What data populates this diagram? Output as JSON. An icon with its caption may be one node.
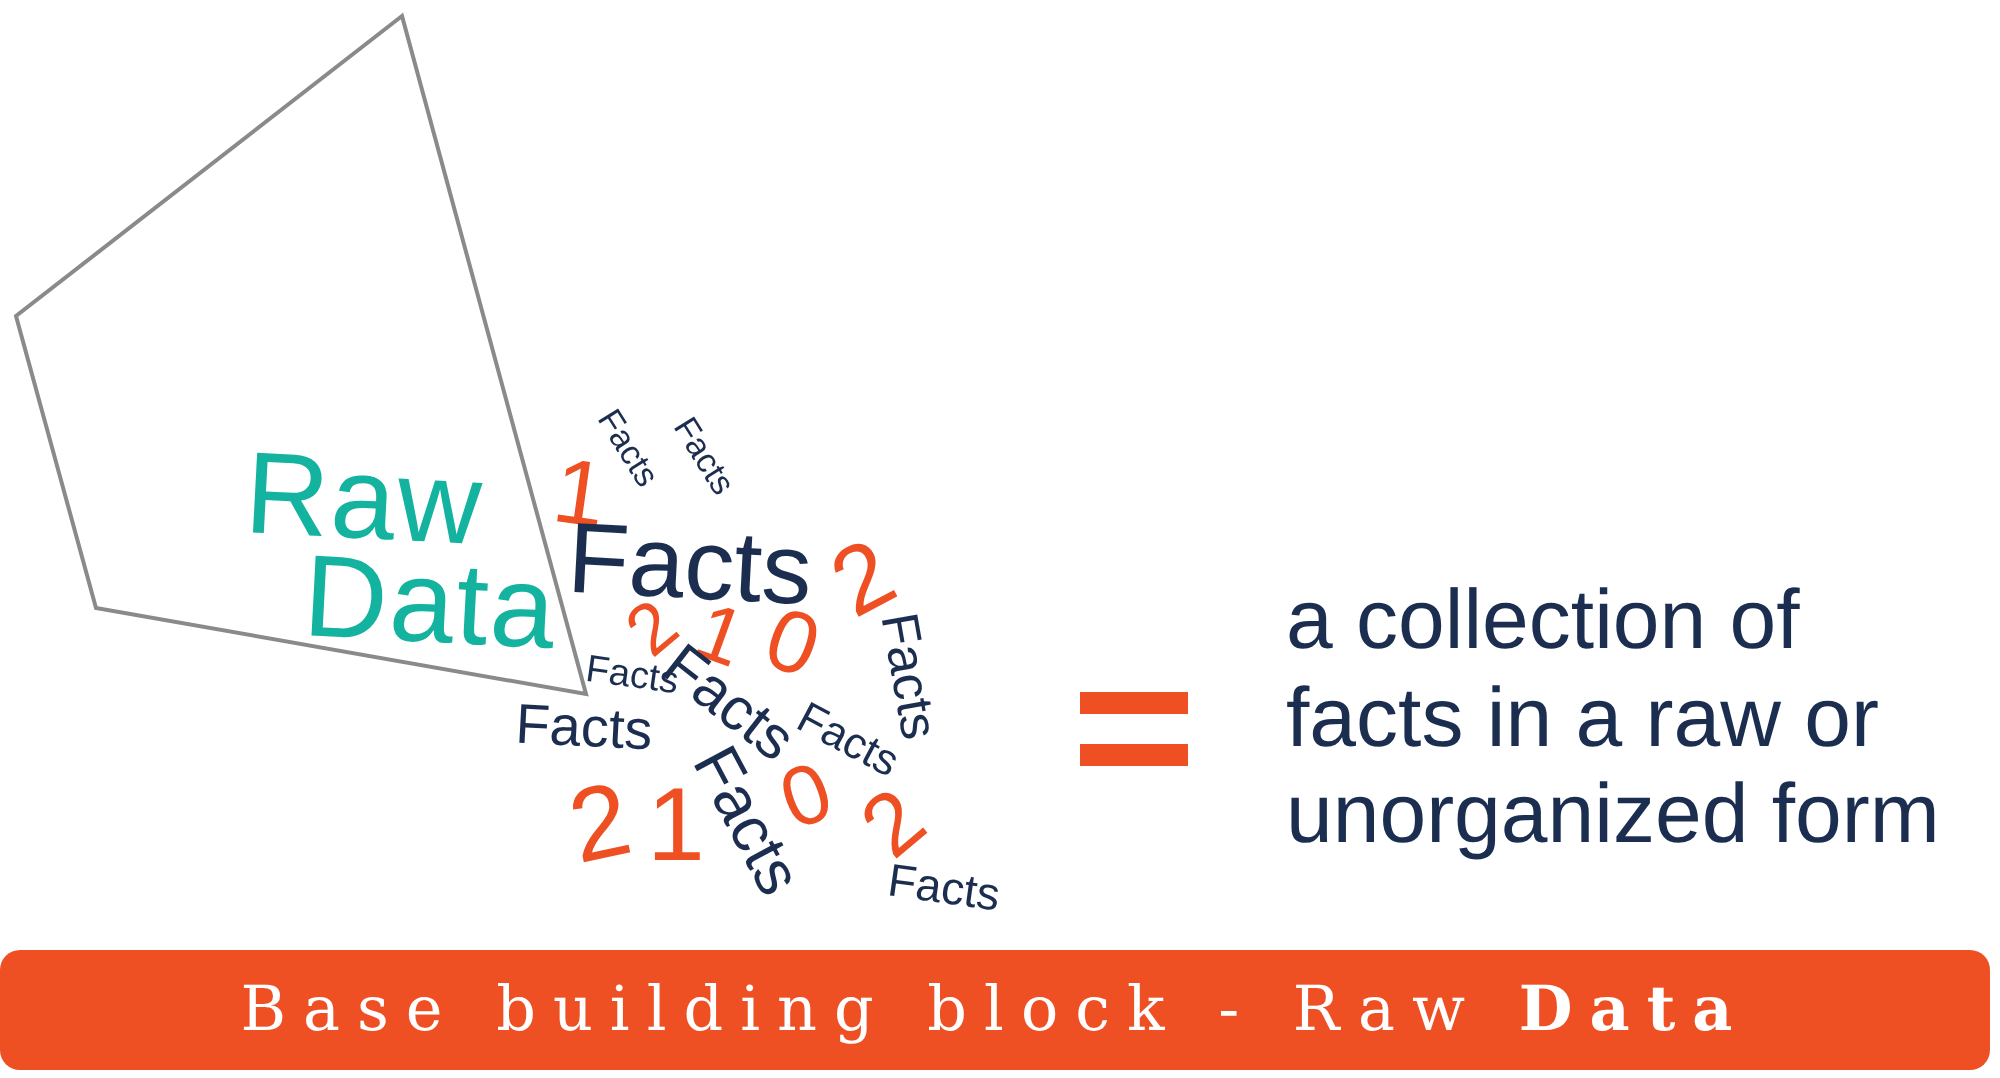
{
  "diagram": {
    "nodes": [
      {
        "text": [
          "Raw Data"
        ]
      },
      {
        "text": [
          "Base building block - Raw **Data**"
        ]
      }
    ],
    "labels": [
      "1",
      "Facts",
      "Facts",
      "Facts",
      "2",
      "Facts",
      "2",
      "1",
      "0",
      "Facts",
      "Facts",
      "Facts",
      "Facts",
      "2",
      "1",
      "Facts",
      "0",
      "2",
      "Facts",
      "a collection of facts in a raw or unorganized form"
    ]
  }
}
